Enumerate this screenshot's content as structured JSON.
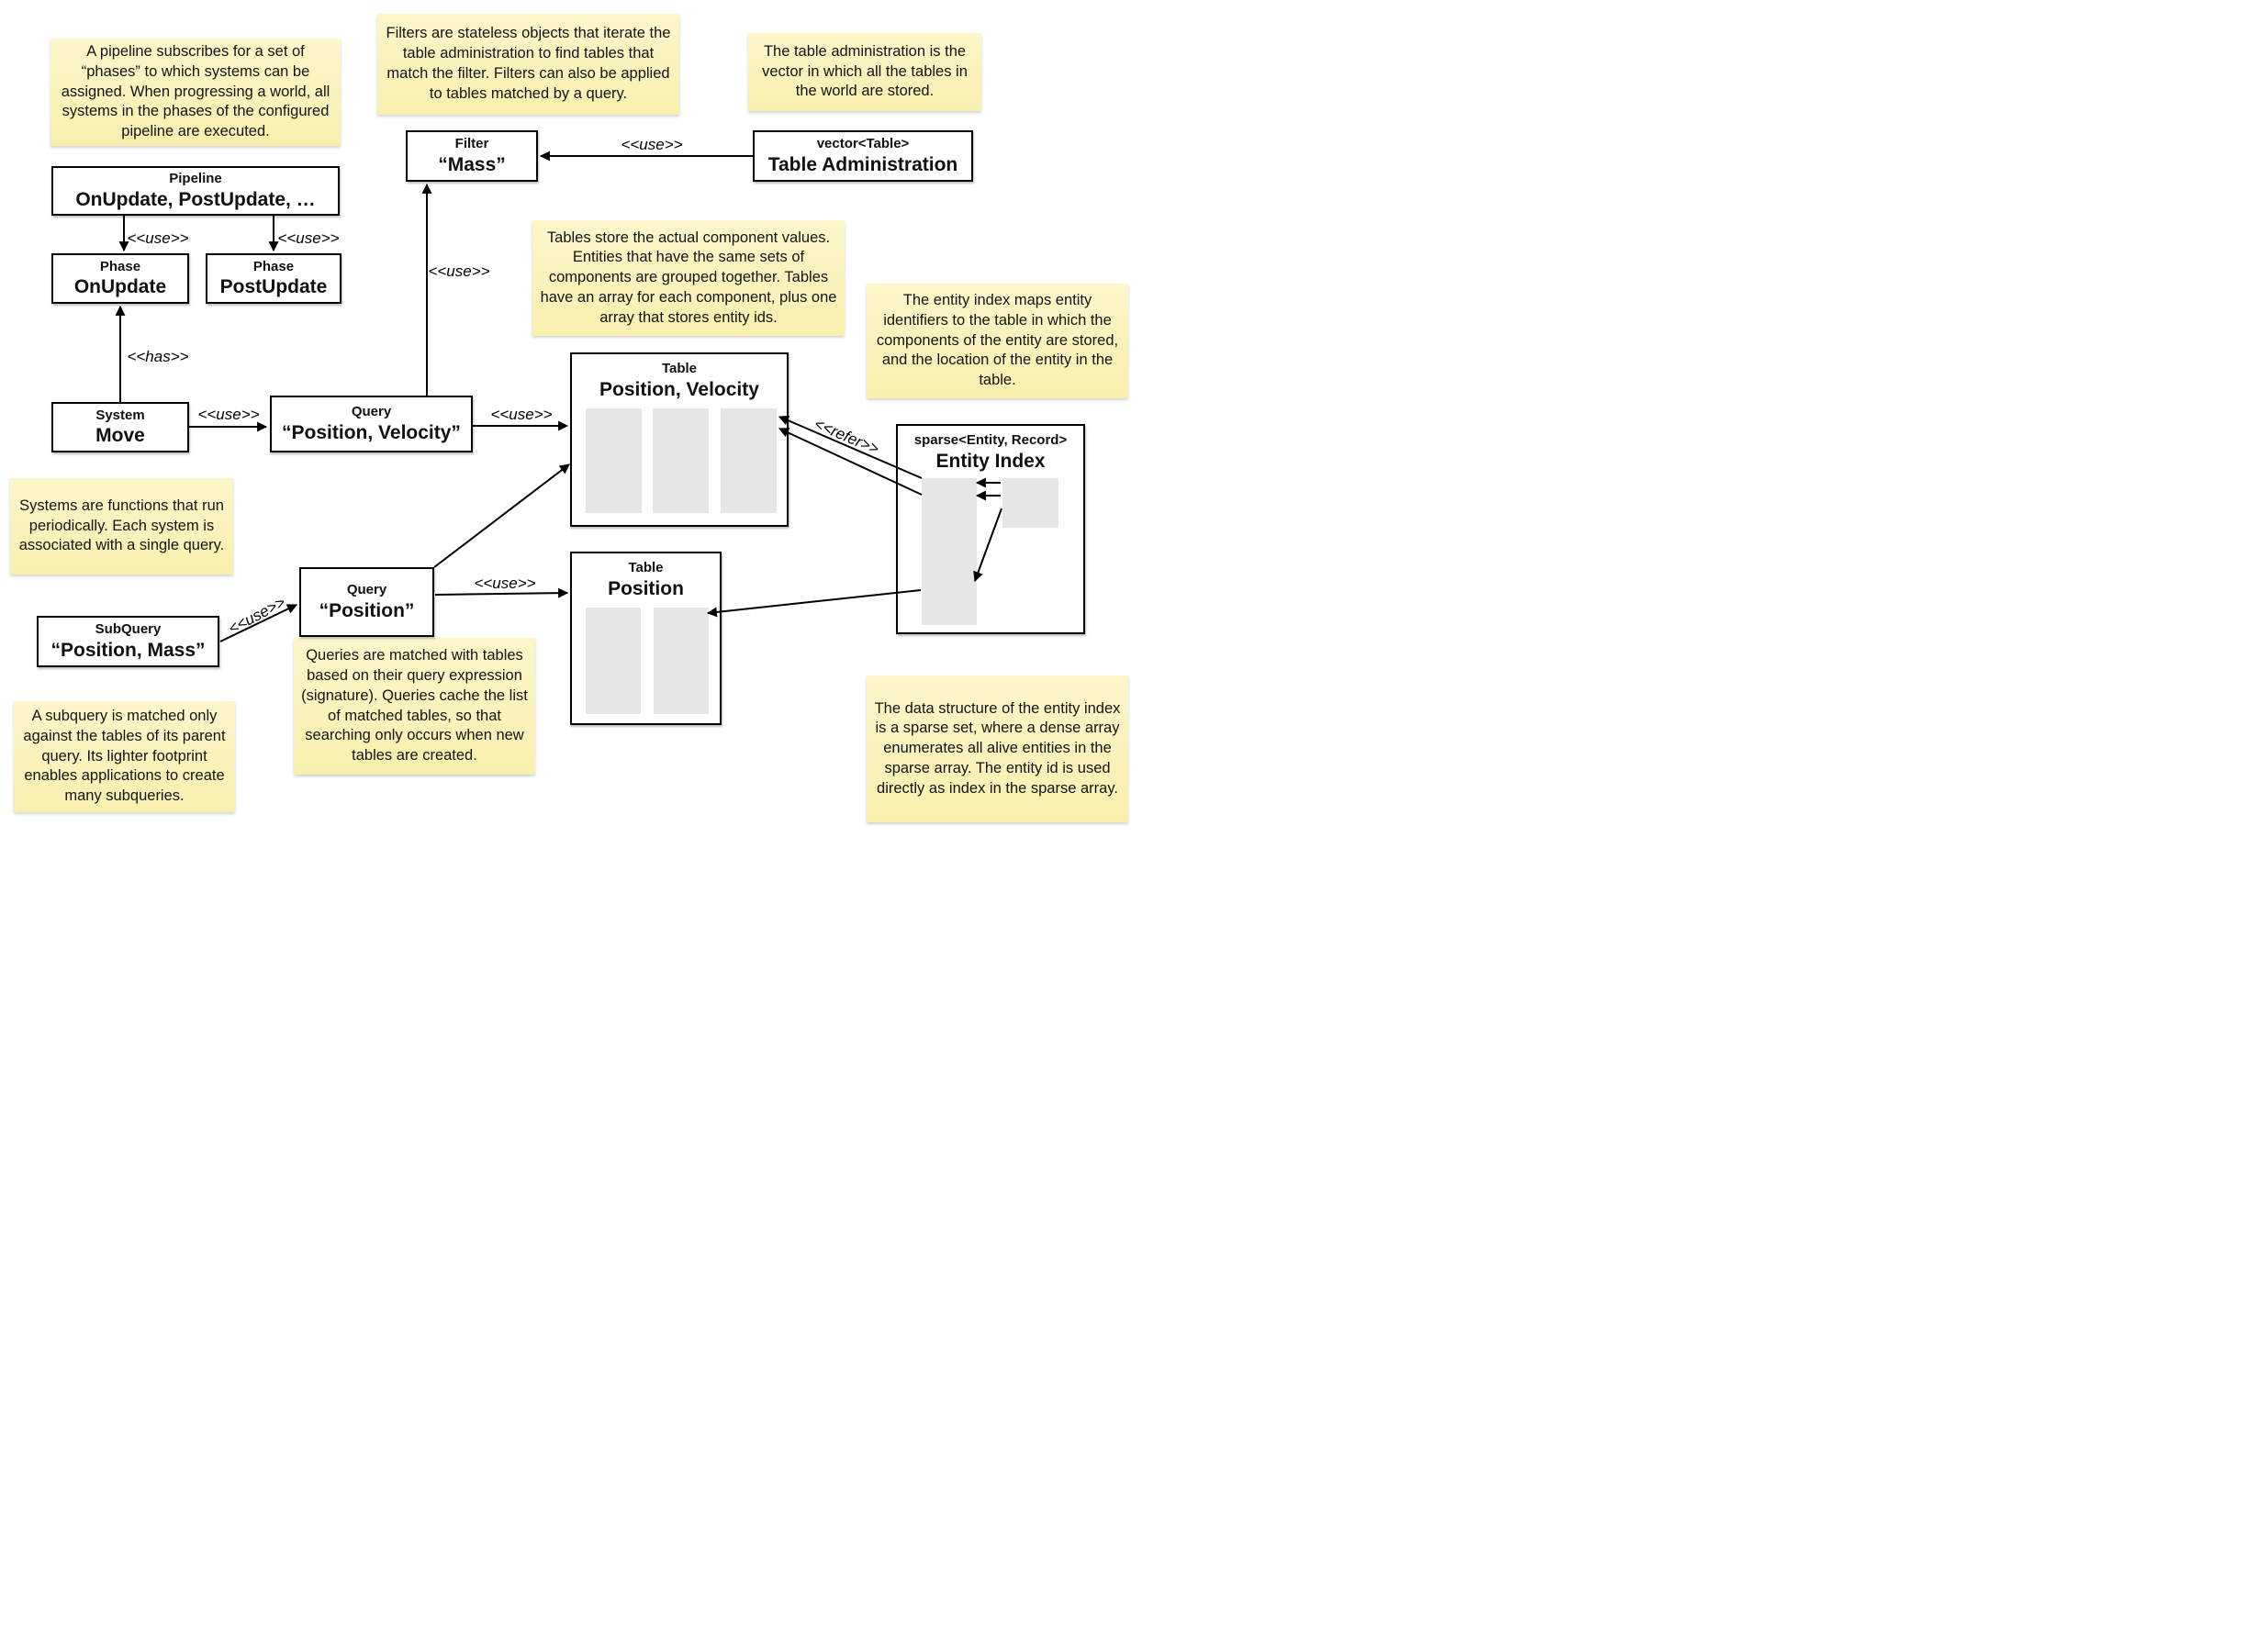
{
  "diagram": {
    "notes": {
      "pipeline": "A pipeline subscribes for a set of “phases” to which systems can be assigned. When progressing a world, all systems in the phases of the configured pipeline are executed.",
      "filters": "Filters are stateless objects that iterate the table administration to find tables that match the filter. Filters can also be applied to tables matched by a query.",
      "table_admin": "The table administration is the vector in which all the tables in the world are stored.",
      "tables": "Tables store the actual component values. Entities that have the same sets of components are grouped together. Tables have an array for each component, plus one array that stores entity ids.",
      "entity_index": "The entity index maps entity identifiers to the table in which the components of the entity are stored, and the location of the entity in the table.",
      "systems": "Systems are functions that run periodically. Each system is associated with a single query.",
      "queries": "Queries are matched with tables based on their query expression (signature). Queries cache the list of matched tables, so that searching only occurs when new tables are created.",
      "subquery": "A subquery is matched only against the tables of its parent query. Its lighter footprint enables applications to create many subqueries.",
      "entity_structure": "The data structure of the entity index is a sparse set, where a dense array enumerates all alive entities in the sparse array. The entity id is used directly as index in the sparse array."
    },
    "boxes": {
      "pipeline": {
        "title": "Pipeline",
        "value": "OnUpdate, PostUpdate, …"
      },
      "phase_onupdate": {
        "title": "Phase",
        "value": "OnUpdate"
      },
      "phase_postupdate": {
        "title": "Phase",
        "value": "PostUpdate"
      },
      "system_move": {
        "title": "System",
        "value": "Move"
      },
      "query_pv": {
        "title": "Query",
        "value": "“Position, Velocity”"
      },
      "filter_mass": {
        "title": "Filter",
        "value": "“Mass”"
      },
      "table_admin": {
        "title": "vector<Table>",
        "value": "Table Administration"
      },
      "table_pv": {
        "title": "Table",
        "value": "Position, Velocity"
      },
      "entity_index": {
        "title": "sparse<Entity, Record>",
        "value": "Entity Index"
      },
      "query_position": {
        "title": "Query",
        "value": "“Position”"
      },
      "table_position": {
        "title": "Table",
        "value": "Position"
      },
      "subquery": {
        "title": "SubQuery",
        "value": "“Position, Mass”"
      }
    },
    "labels": {
      "use_pipeline_onupdate": "<<use>>",
      "use_pipeline_postupdate": "<<use>>",
      "has_system_phase": "<<has>>",
      "use_system_query": "<<use>>",
      "use_query_filter": "<<use>>",
      "use_tableadmin_filter": "<<use>>",
      "use_querypv_table": "<<use>>",
      "use_queryposition_table": "<<use>>",
      "use_subquery_query": "<<use>>",
      "refer_entityindex_table": "<<refer>>"
    },
    "colors": {
      "note_top": "#fcf6cb",
      "note_bottom": "#f8efad",
      "box_border": "#000000",
      "array_fill": "#e6e6e6"
    }
  }
}
